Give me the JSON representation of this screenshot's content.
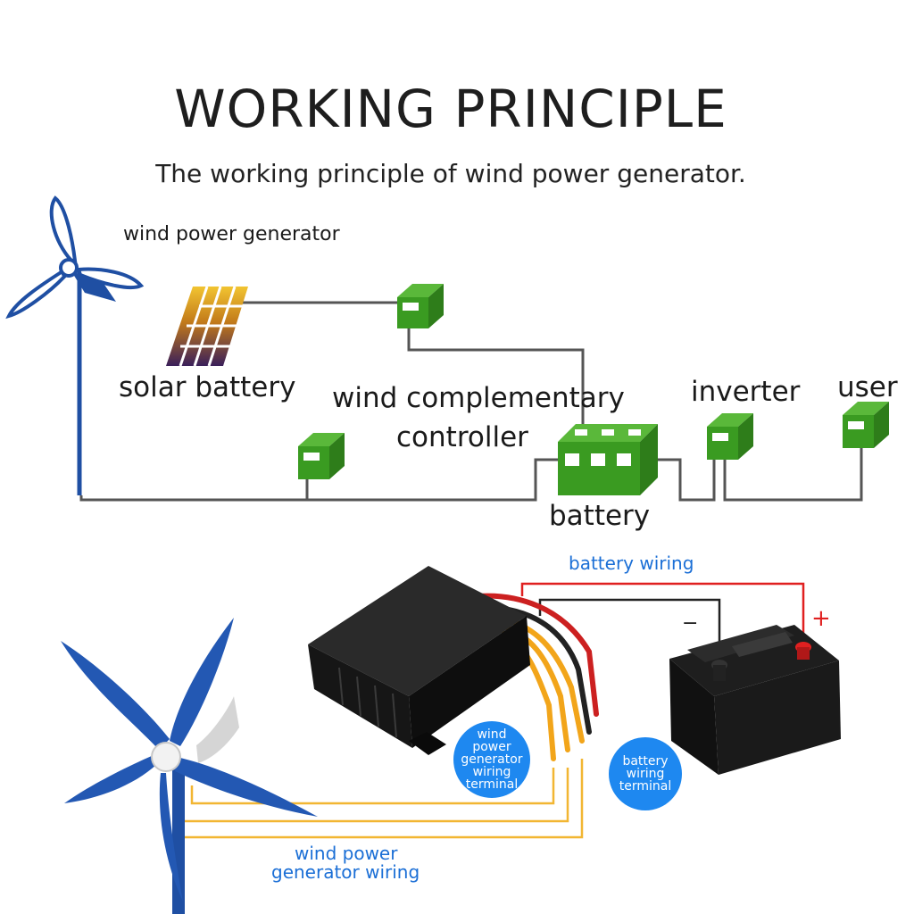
{
  "title": "WORKING PRINCIPLE",
  "subtitle": "The working principle of wind power generator.",
  "top_diagram": {
    "wind_power_generator": "wind power generator",
    "solar_battery": "solar battery",
    "controller_line1": "wind complementary",
    "controller_line2": "controller",
    "inverter": "inverter",
    "user": "user",
    "battery": "battery"
  },
  "bottom_diagram": {
    "battery_wiring": "battery wiring",
    "minus": "−",
    "plus": "+",
    "wind_terminal": [
      "wind",
      "power",
      "generator",
      "wiring",
      "terminal"
    ],
    "battery_terminal": [
      "battery",
      "wiring",
      "terminal"
    ],
    "wpg_wiring_line1": "wind power",
    "wpg_wiring_line2": "generator wiring"
  },
  "colors": {
    "turbine_blue": "#1f4fa3",
    "box_green": "#3a9b21",
    "label_blue": "#1b6fd6",
    "wire_red": "#e02020",
    "wire_yellow": "#f2b632"
  }
}
